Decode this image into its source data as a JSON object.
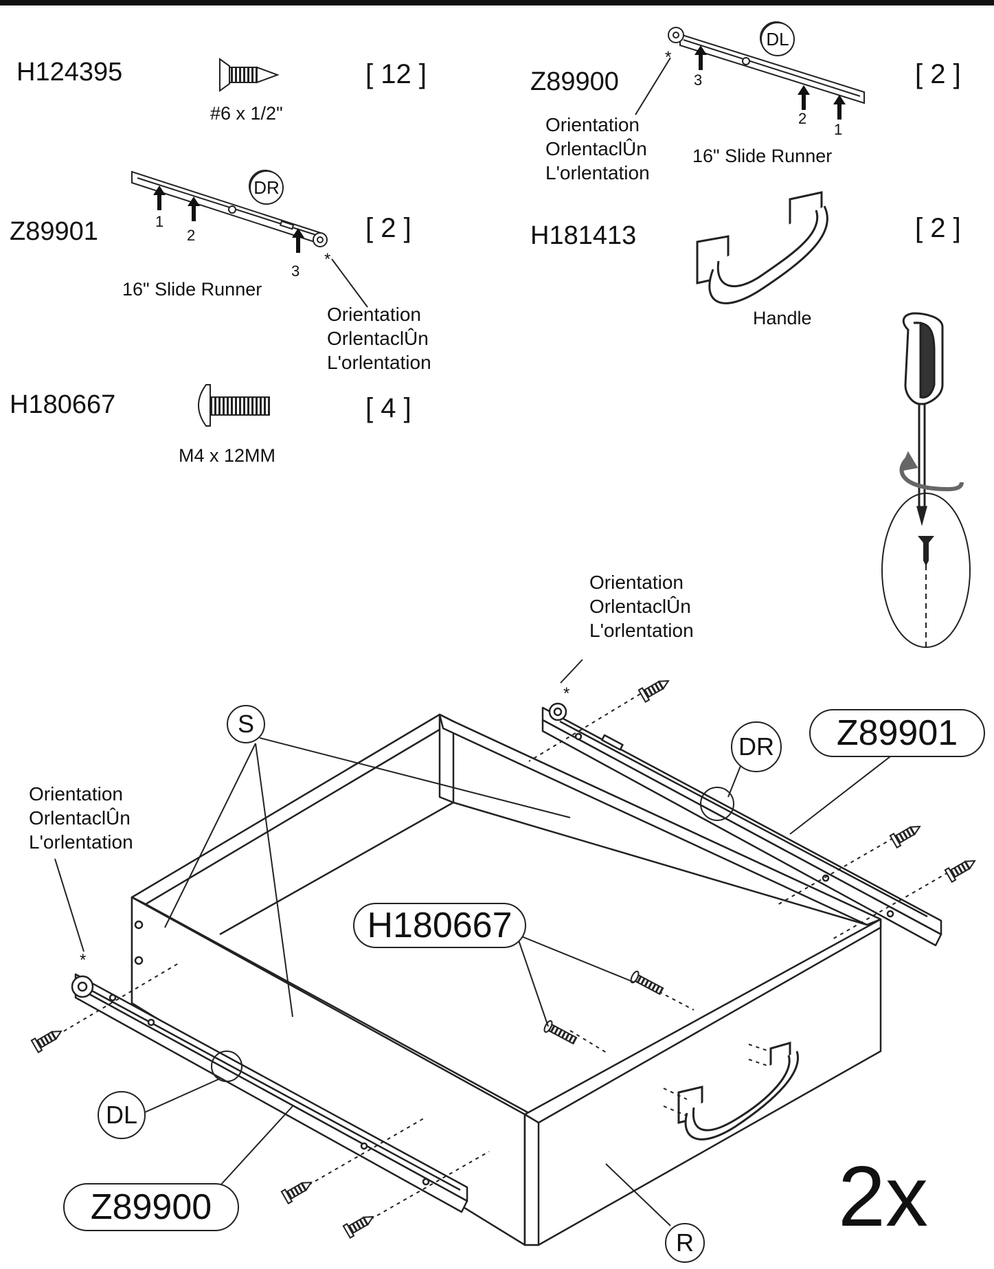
{
  "parts": [
    {
      "code": "H124395",
      "size": "#6 x 1/2\"",
      "qty": "[ 12 ]"
    },
    {
      "code": "Z89901",
      "name": "16\" Slide Runner",
      "badge": "DR",
      "qty": "[ 2 ]"
    },
    {
      "code": "H180667",
      "size": "M4 x 12MM",
      "qty": "[ 4 ]"
    },
    {
      "code": "Z89900",
      "name": "16\" Slide Runner",
      "badge": "DL",
      "qty": "[ 2 ]"
    },
    {
      "code": "H181413",
      "name": "Handle",
      "qty": "[ 2 ]"
    }
  ],
  "orientation": {
    "marker": "*",
    "line1": "Orientation",
    "line2": "OrlentaclÛn",
    "line3": "L'orlentation"
  },
  "hole_numbers": [
    "1",
    "2",
    "3"
  ],
  "assembly": {
    "label_S": "S",
    "label_R": "R",
    "label_DR": "DR",
    "label_DL": "DL",
    "callout_right_runner": "Z89901",
    "callout_left_runner": "Z89900",
    "callout_screw": "H180667",
    "multiplier": "2x"
  }
}
